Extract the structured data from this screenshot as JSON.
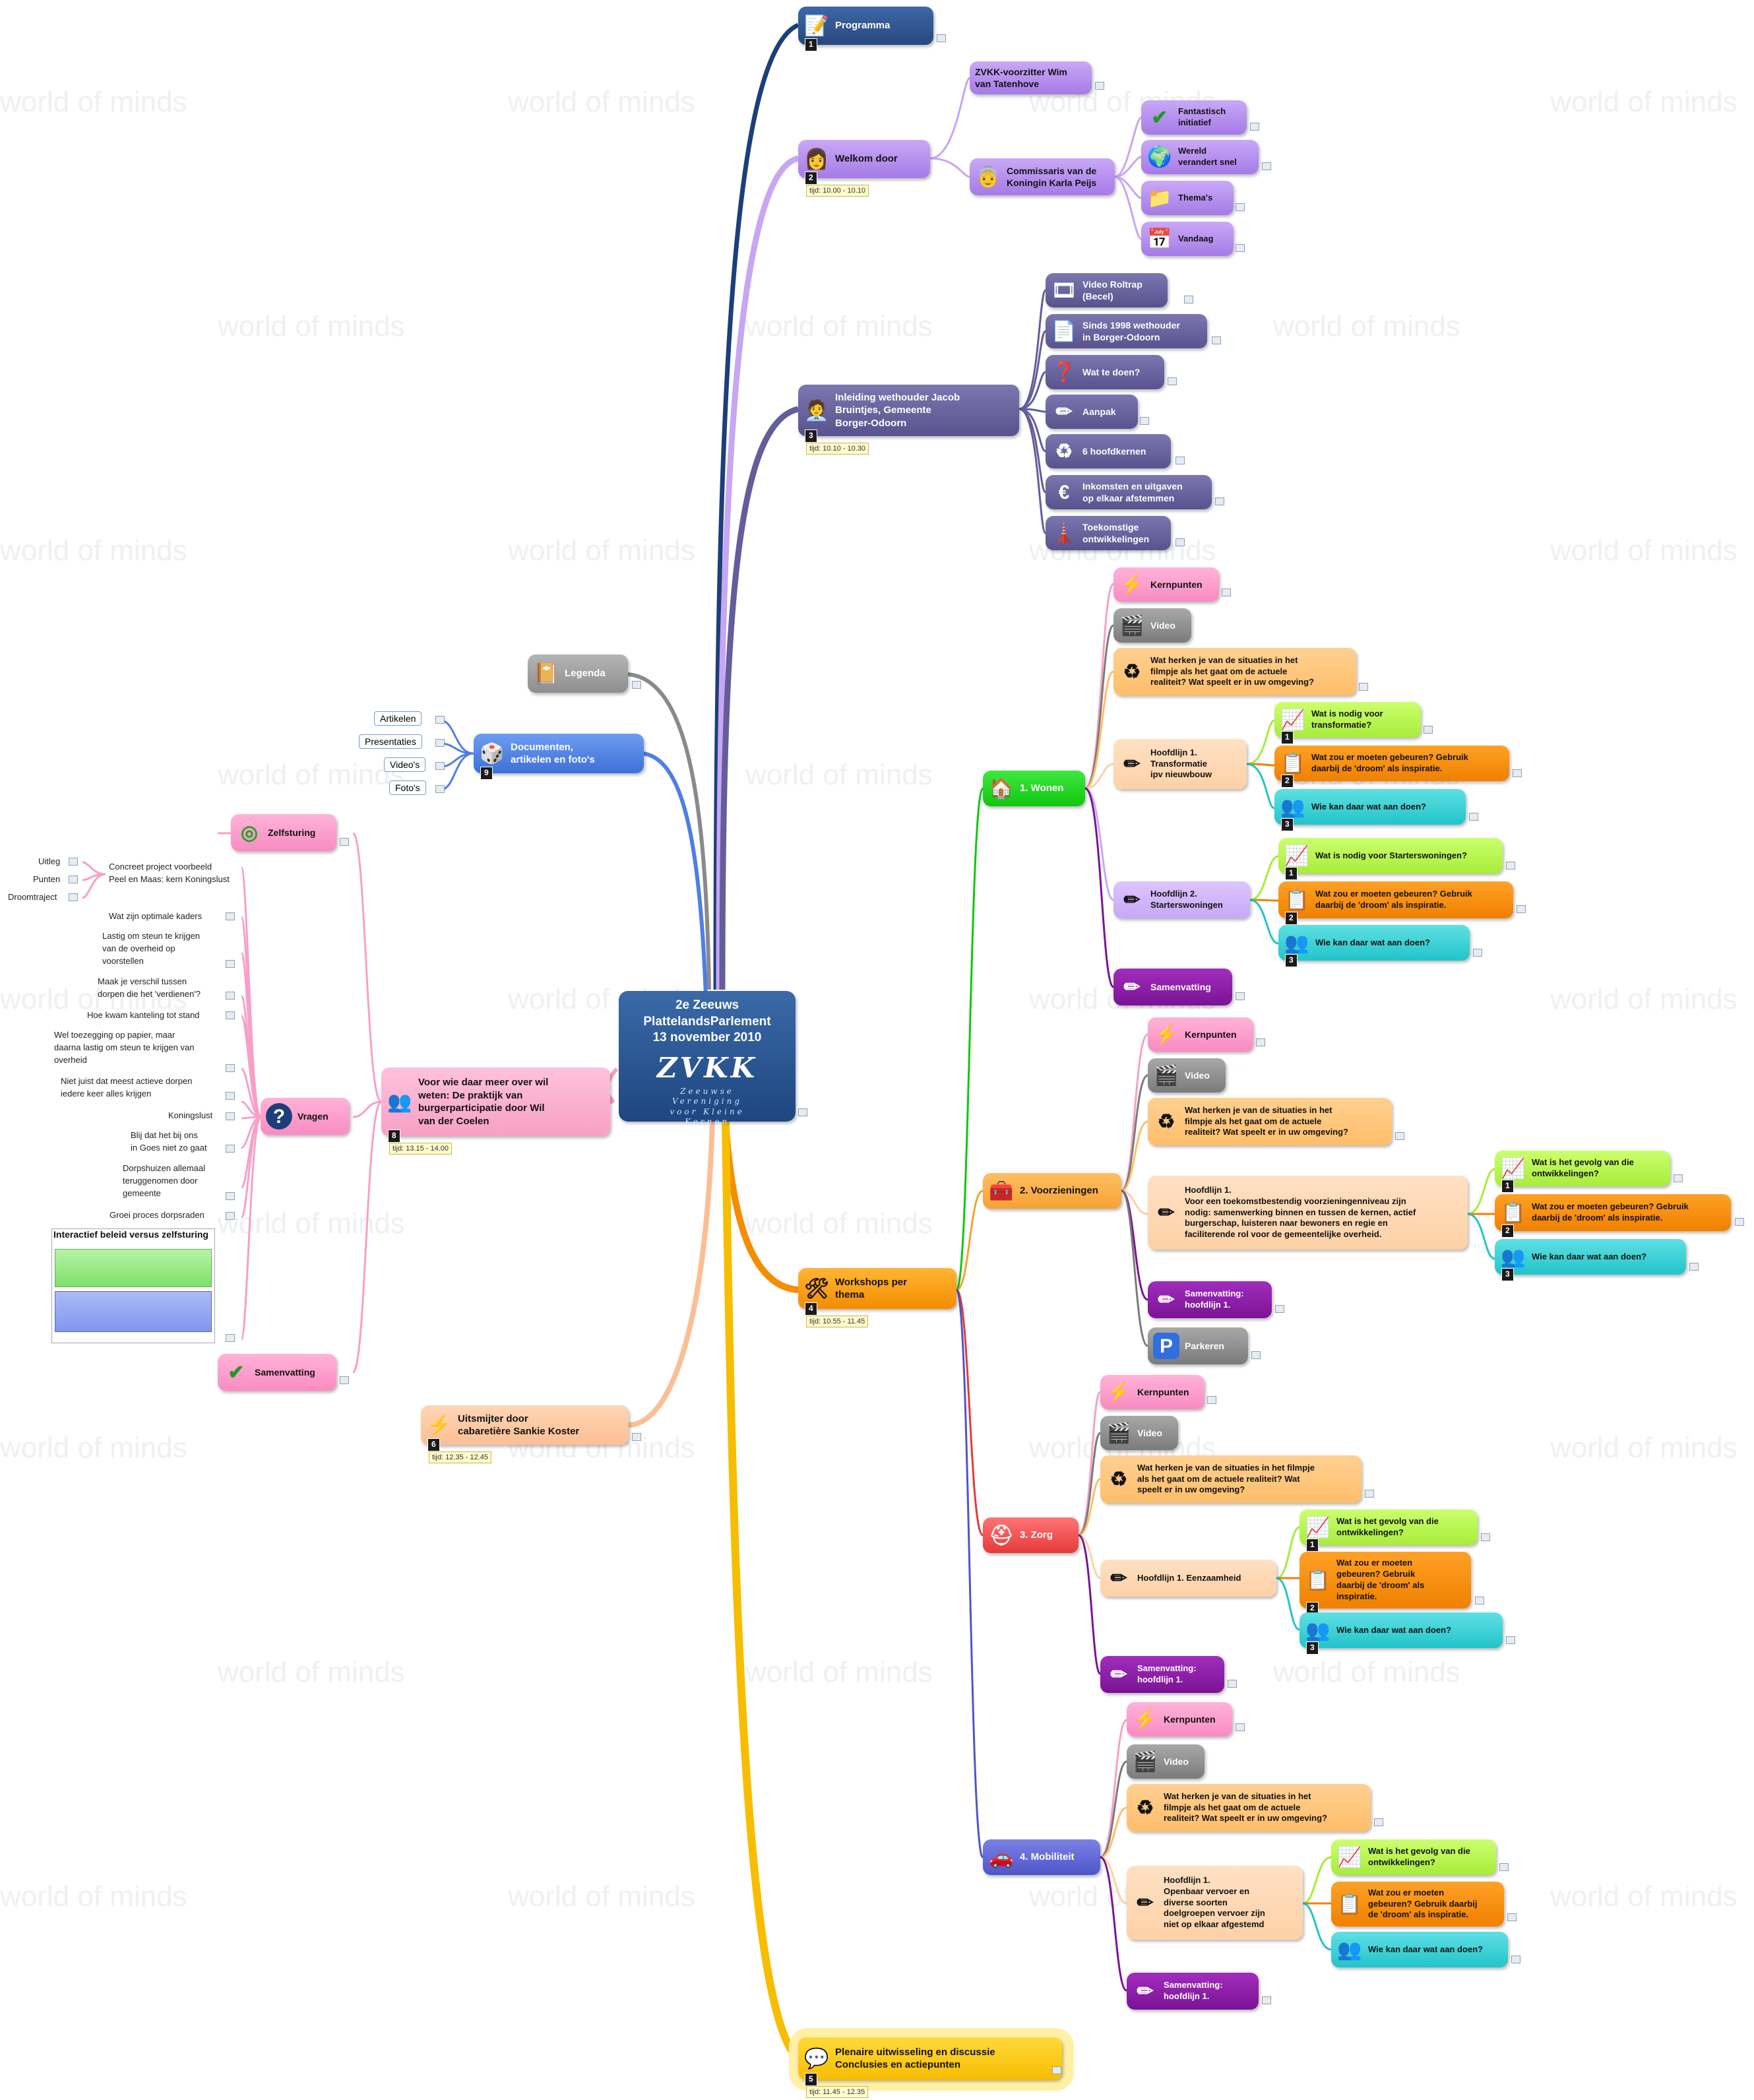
{
  "watermark": "world of minds",
  "central": {
    "line1": "2e Zeeuws",
    "line2": "PlattelandsParlement",
    "line3": "13 november 2010",
    "logo": "ZVKK",
    "logo_sub1": "Zeeuwse Vereniging",
    "logo_sub2": "voor Kleine Kernen"
  },
  "main": {
    "programma": {
      "label": "Programma",
      "num": "1"
    },
    "welkom": {
      "label": "Welkom door",
      "num": "2",
      "time": "tijd: 10.00 - 10.10"
    },
    "inleiding": {
      "label": "Inleiding wethouder Jacob\nBruintjes, Gemeente\nBorger-Odoorn",
      "num": "3",
      "time": "tijd: 10.10 - 10.30"
    },
    "workshops": {
      "label": "Workshops per\nthema",
      "num": "4",
      "time": "tijd: 10.55 - 11.45"
    },
    "plenaire": {
      "label": "Plenaire uitwisseling en discussie\nConclusies en actiepunten",
      "num": "5",
      "time": "tijd: 11.45 - 12.35"
    },
    "uitsmijter": {
      "label": "Uitsmijter door\ncabaretière Sankie Koster",
      "num": "6",
      "time": "tijd: 12.35 - 12.45"
    },
    "wil": {
      "label": "Voor wie daar meer over wil\nweten: De praktijk van\nburgerparticipatie door Wil\nvan der Coelen",
      "num": "8",
      "time": "tijd: 13.15 - 14.00"
    },
    "documenten": {
      "label": "Documenten,\nartikelen en foto's",
      "num": "9"
    },
    "legenda": {
      "label": "Legenda"
    }
  },
  "welkom_children": {
    "wim": "ZVKK-voorzitter Wim\nvan Tatenhove",
    "karla": "Commissaris van de\nKoningin Karla Peijs",
    "fantastisch": "Fantastisch\ninitiatief",
    "wereld": "Wereld\nverandert snel",
    "themas": "Thema's",
    "vandaag": "Vandaag"
  },
  "inleiding_children": {
    "video": "Video Roltrap\n(Becel)",
    "sinds": "Sinds 1998 wethouder\nin Borger-Odoorn",
    "watte": "Wat te doen?",
    "aanpak": "Aanpak",
    "hoofdkernen": "6 hoofdkernen",
    "inkomsten": "Inkomsten en uitgaven\nop elkaar afstemmen",
    "toekomst": "Toekomstige\nontwikkelingen"
  },
  "documenten_children": [
    "Artikelen",
    "Presentaties",
    "Video's",
    "Foto's"
  ],
  "wonen": {
    "label": "1. Wonen",
    "kernpunten": "Kernpunten",
    "video": "Video",
    "herken": "Wat herken je van de situaties in het\nfilmpje als het gaat om de actuele\nrealiteit? Wat speelt er in uw omgeving?",
    "h1": "Hoofdlijn 1.\nTransformatie\nipv nieuwbouw",
    "h1a": "Wat is nodig voor\ntransformatie?",
    "h1b": "Wat zou er moeten gebeuren? Gebruik\ndaarbij de 'droom' als inspiratie.",
    "h1c": "Wie kan daar wat aan doen?",
    "h2": "Hoofdlijn 2.\nStarterswoningen",
    "h2a": "Wat is nodig voor  Starterswoningen?",
    "h2b": "Wat zou er moeten gebeuren? Gebruik\ndaarbij de 'droom' als inspiratie.",
    "h2c": "Wie kan daar wat aan doen?",
    "samenvatting": "Samenvatting"
  },
  "voorzieningen": {
    "label": "2. Voorzieningen",
    "kernpunten": "Kernpunten",
    "video": "Video",
    "herken": "Wat herken je van de situaties in het\nfilmpje als het gaat om de actuele\nrealiteit? Wat speelt er in uw omgeving?",
    "h1": "Hoofdlijn 1.\nVoor een toekomstbestendig voorzieningenniveau zijn\nnodig: samenwerking binnen en tussen de kernen, actief\nburgerschap, luisteren naar bewoners  en regie en\nfaciliterende rol voor de gemeentelijke overheid.",
    "h1a": "Wat is het gevolg van die\nontwikkelingen?",
    "h1b": "Wat zou er moeten gebeuren? Gebruik\ndaarbij de 'droom' als inspiratie.",
    "h1c": "Wie kan daar wat aan doen?",
    "samenvatting": "Samenvatting:\nhoofdlijn 1.",
    "parkeren": "Parkeren"
  },
  "zorg": {
    "label": "3. Zorg",
    "kernpunten": "Kernpunten",
    "video": "Video",
    "herken": "Wat herken je van de situaties in het filmpje\nals het gaat om de actuele realiteit? Wat\nspeelt er in uw omgeving?",
    "h1": "Hoofdlijn 1. Eenzaamheid",
    "h1a": "Wat is het gevolg van die\nontwikkelingen?",
    "h1b": "Wat zou er moeten\ngebeuren? Gebruik\ndaarbij de 'droom' als\ninspiratie.",
    "h1c": "Wie kan daar wat aan doen?",
    "samenvatting": "Samenvatting:\nhoofdlijn 1."
  },
  "mobiliteit": {
    "label": "4. Mobiliteit",
    "kernpunten": "Kernpunten",
    "video": "Video",
    "herken": "Wat herken je van de situaties in het\nfilmpje als het gaat om de actuele\nrealiteit? Wat speelt er in uw omgeving?",
    "h1": "Hoofdlijn 1.\nOpenbaar vervoer en\ndiverse soorten\ndoelgroepen vervoer zijn\nniet op elkaar afgestemd",
    "h1a": "Wat is het gevolg van die\nontwikkelingen?",
    "h1b": "Wat zou er moeten\ngebeuren? Gebruik daarbij\nde 'droom' als inspiratie.",
    "h1c": "Wie kan daar wat aan doen?",
    "samenvatting": "Samenvatting:\nhoofdlijn 1."
  },
  "wil_children": {
    "zelfsturing": "Zelfsturing",
    "vragen": "Vragen",
    "samenvatting": "Samenvatting",
    "concreet": "Concreet project voorbeeld\nPeel en Maas: kern Koningslust",
    "uitleg": "Uitleg",
    "punten": "Punten",
    "droomtraject": "Droomtraject",
    "questions": [
      "Wat zijn optimale kaders",
      "Lastig om steun te krijgen\nvan de overheid op\nvoorstellen",
      "Maak je verschil tussen\ndorpen die het 'verdienen'?",
      "Hoe kwam kanteling tot stand",
      "Wel toezegging op papier, maar\ndaarna lastig om steun te krijgen van\noverheid",
      "Niet juist dat meest actieve dorpen\niedere keer alles krijgen",
      "Koningslust",
      "Blij dat het bij ons\nin Goes niet zo gaat",
      "Dorpshuizen allemaal\nteruggenomen door\ngemeente",
      "Groei proces dorpsraden"
    ],
    "image_title": "Interactief beleid versus zelfsturing"
  }
}
